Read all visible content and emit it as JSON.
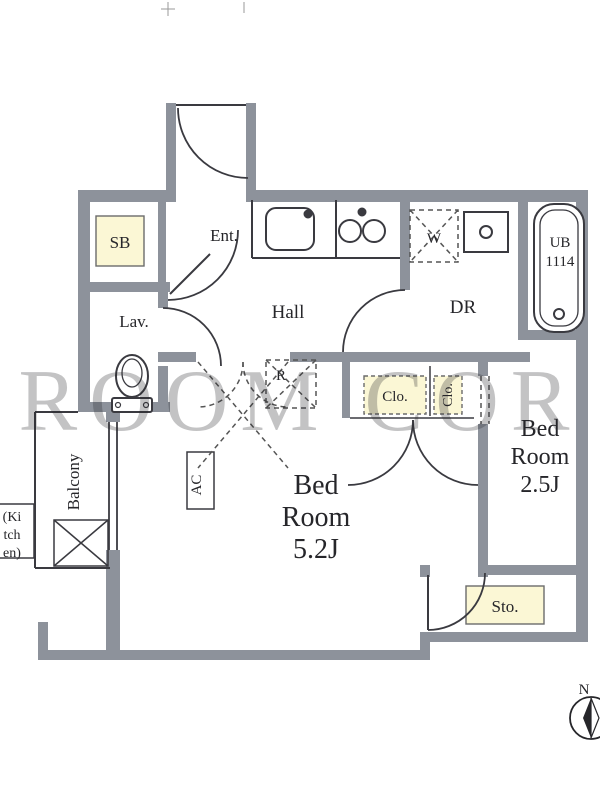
{
  "plan": {
    "watermark": "ROOM COR",
    "labels": {
      "sb": "SB",
      "ent": "Ent.",
      "hall": "Hall",
      "lav": "Lav.",
      "washer": "W",
      "dr": "DR",
      "ub_1": "UB",
      "ub_2": "1114",
      "fridge": "R",
      "closet_1": "Clo.",
      "closet_2": "Clo.",
      "bedroom_main": [
        "Bed",
        "Room",
        "5.2J"
      ],
      "bedroom_second": [
        "Bed",
        "Room",
        "2.5J"
      ],
      "ac": "AC",
      "balcony": "Balcony",
      "kitchen_partial": [
        "(Ki",
        "tch",
        "en)"
      ],
      "storage": "Sto.",
      "compass_north": "N"
    },
    "colors": {
      "wall": "#8d929b",
      "highlight": "#fbf7d5",
      "line": "#3a3a40",
      "dash": "#666666"
    }
  }
}
